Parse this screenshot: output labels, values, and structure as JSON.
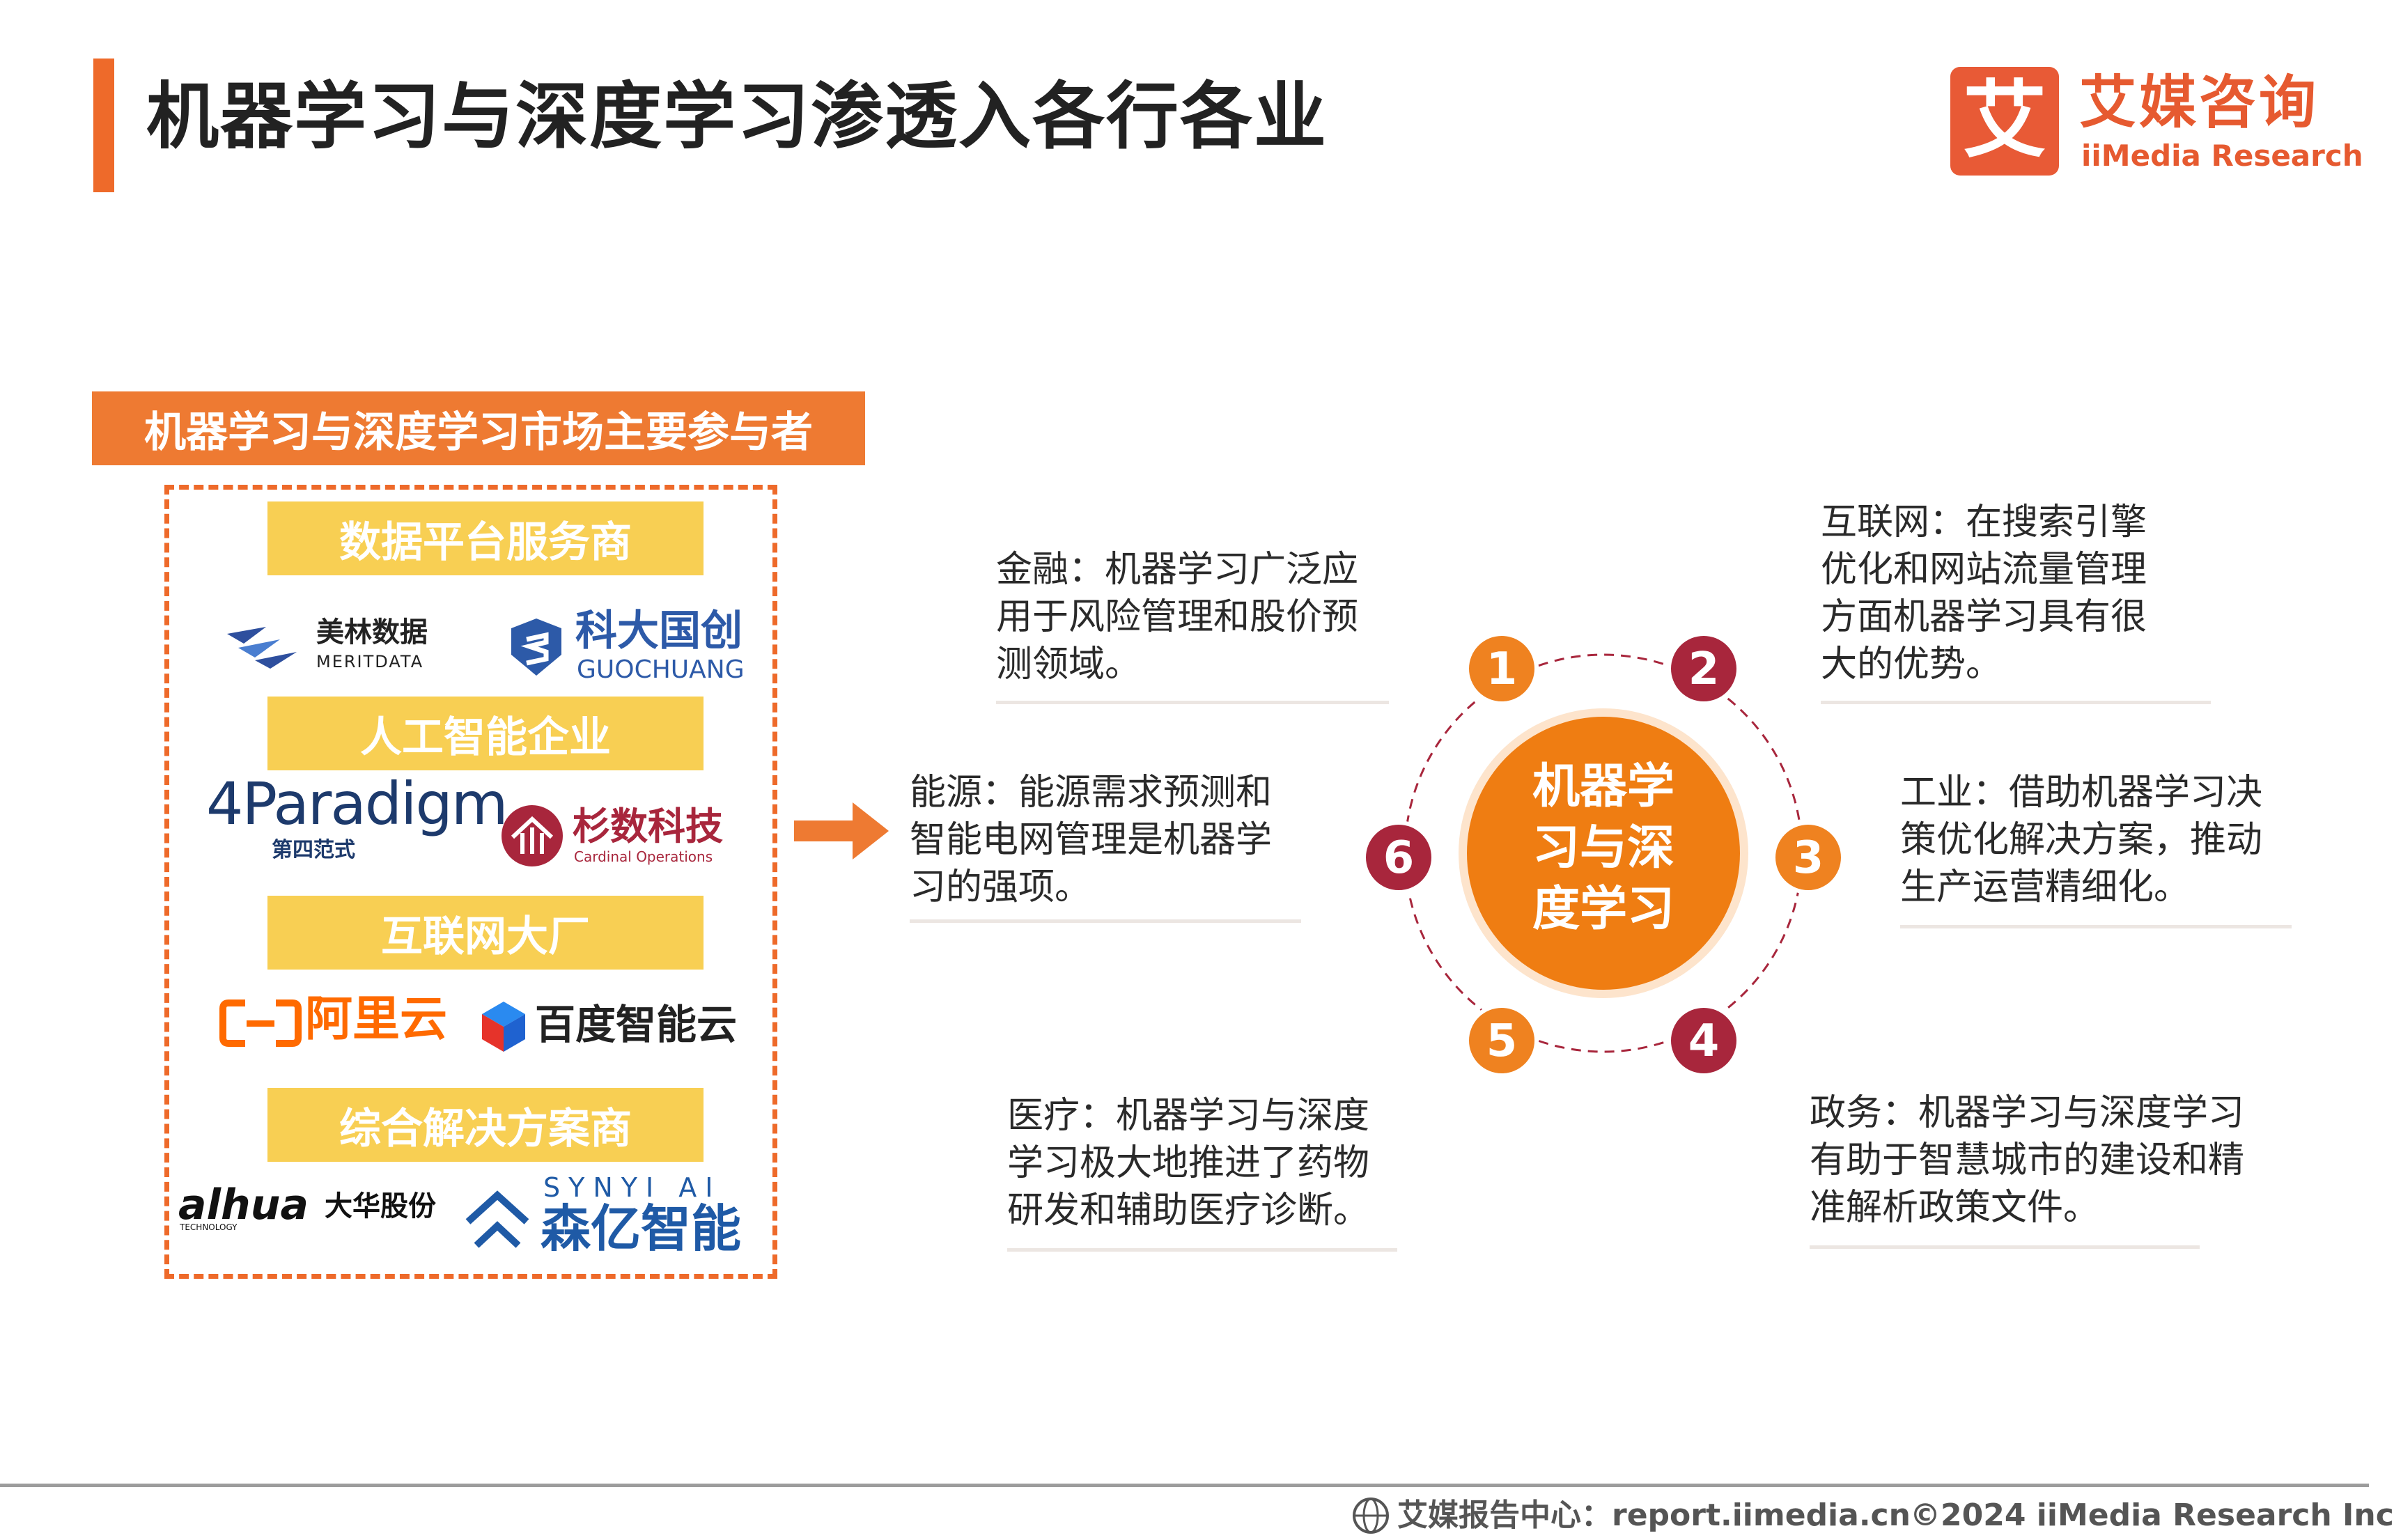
{
  "header": {
    "title": "机器学习与深度学习渗透入各行各业",
    "brand_glyph": "艾",
    "brand_cn": "艾媒咨询",
    "brand_en": "iiMedia Research"
  },
  "participants": {
    "title": "机器学习与深度学习市场主要参与者",
    "categories": [
      {
        "label": "数据平台服务商",
        "logos": [
          {
            "main": "美林数据",
            "sub": "MERITDATA"
          },
          {
            "main": "科大国创",
            "sub": "GUOCHUANG"
          }
        ]
      },
      {
        "label": "人工智能企业",
        "logos": [
          {
            "main": "4Paradigm",
            "sub": "第四范式"
          },
          {
            "main": "杉数科技",
            "sub": "Cardinal Operations"
          }
        ]
      },
      {
        "label": "互联网大厂",
        "logos": [
          {
            "main": "阿里云",
            "sub": ""
          },
          {
            "main": "百度智能云",
            "sub": ""
          }
        ]
      },
      {
        "label": "综合解决方案商",
        "logos": [
          {
            "main": "alhua",
            "sub": "大华股份",
            "tagline": "TECHNOLOGY"
          },
          {
            "main": "森亿智能",
            "sub": "SYNYI AI"
          }
        ]
      }
    ]
  },
  "hub": {
    "center_lines": [
      "机器学",
      "习与深",
      "度学习"
    ],
    "nodes": [
      "1",
      "2",
      "3",
      "4",
      "5",
      "6"
    ],
    "colors": {
      "orange": "#ef8220",
      "red": "#a8263c",
      "hub": "#ef7d12"
    }
  },
  "descriptions": {
    "finance": [
      "金融：机器学习广泛应",
      "用于风险管理和股价预",
      "测领域。"
    ],
    "internet": [
      "互联网：在搜索引擎",
      "优化和网站流量管理",
      "方面机器学习具有很",
      "大的优势。"
    ],
    "energy": [
      "能源：能源需求预测和",
      "智能电网管理是机器学",
      "习的强项。"
    ],
    "industry": [
      "工业：借助机器学习决",
      "策优化解决方案，推动",
      "生产运营精细化。"
    ],
    "medical": [
      "医疗：机器学习与深度",
      "学习极大地推进了药物",
      "研发和辅助医疗诊断。"
    ],
    "government": [
      "政务：机器学习与深度学习",
      "有助于智慧城市的建设和精",
      "准解析政策文件。"
    ]
  },
  "footer": {
    "left": "艾媒报告中心：report.iimedia.cn",
    "right": "©2024  iiMedia Research  Inc"
  }
}
